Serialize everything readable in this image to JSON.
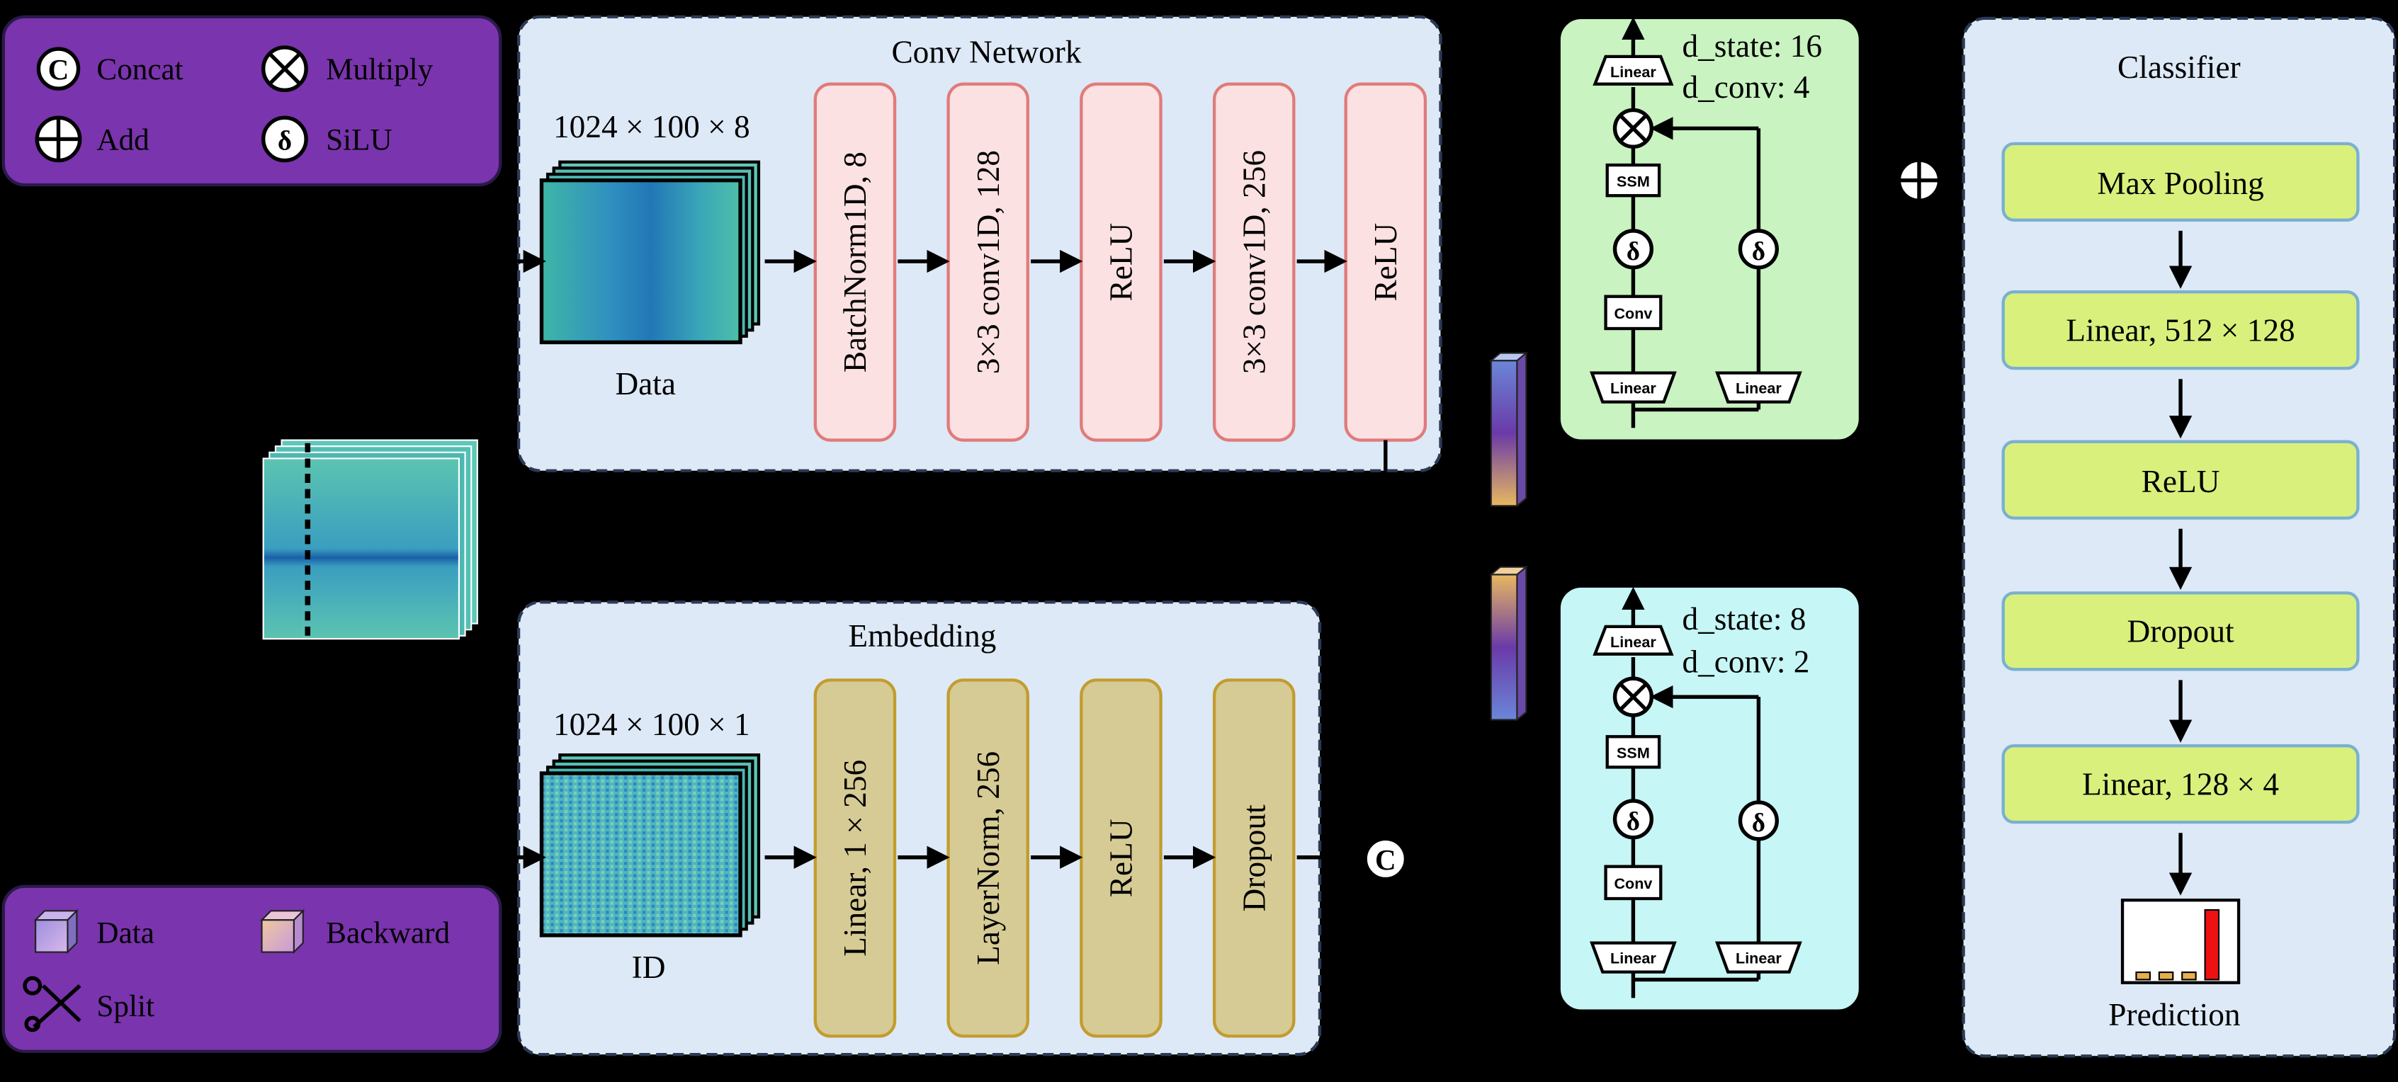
{
  "legend_ops": {
    "concat": "Concat",
    "multiply": "Multiply",
    "add": "Add",
    "silu": "SiLU",
    "concat_symbol": "C",
    "silu_symbol": "δ"
  },
  "legend_types": {
    "data": "Data",
    "backward": "Backward",
    "split": "Split"
  },
  "conv_network": {
    "title": "Conv Network",
    "input_shape": "1024 × 100 × 8",
    "input_label": "Data",
    "layers": [
      "BatchNorm1D, 8",
      "3×3 conv1D, 128",
      "ReLU",
      "3×3 conv1D, 256",
      "ReLU"
    ]
  },
  "embedding": {
    "title": "Embedding",
    "input_shape": "1024 × 100 × 1",
    "input_label": "ID",
    "layers": [
      "Linear, 1 × 256",
      "LayerNorm, 256",
      "ReLU",
      "Dropout"
    ]
  },
  "mamba_top": {
    "state": "d_state: 16",
    "conv": "d_conv: 4",
    "linear_out": "Linear",
    "ssm": "SSM",
    "conv_block": "Conv",
    "linear_left": "Linear",
    "linear_right": "Linear",
    "silu_symbol": "δ"
  },
  "mamba_bottom": {
    "state": "d_state: 8",
    "conv": "d_conv: 2",
    "linear_out": "Linear",
    "ssm": "SSM",
    "conv_block": "Conv",
    "linear_left": "Linear",
    "linear_right": "Linear",
    "silu_symbol": "δ"
  },
  "concat_node": {
    "symbol": "C"
  },
  "classifier": {
    "title": "Classifier",
    "layers": [
      "Max Pooling",
      "Linear, 512 × 128",
      "ReLU",
      "Dropout",
      "Linear, 128 × 4"
    ],
    "output_label": "Prediction",
    "prediction_values": [
      0.1,
      0.1,
      0.1,
      0.95
    ]
  },
  "colors": {
    "legend_bg": "#7a34ad",
    "panel_bg": "#dde9f6",
    "conv_layer_fill": "#fbe1e1",
    "conv_layer_stroke": "#e07b7b",
    "emb_layer_fill": "#d6cb94",
    "emb_layer_stroke": "#c39c30",
    "mamba_top_bg": "#c9f3c1",
    "mamba_bottom_bg": "#c6f6f5",
    "classifier_layer": "#d9f07d",
    "prediction_max": "#ee1111",
    "prediction_other": "#e8b04c"
  }
}
